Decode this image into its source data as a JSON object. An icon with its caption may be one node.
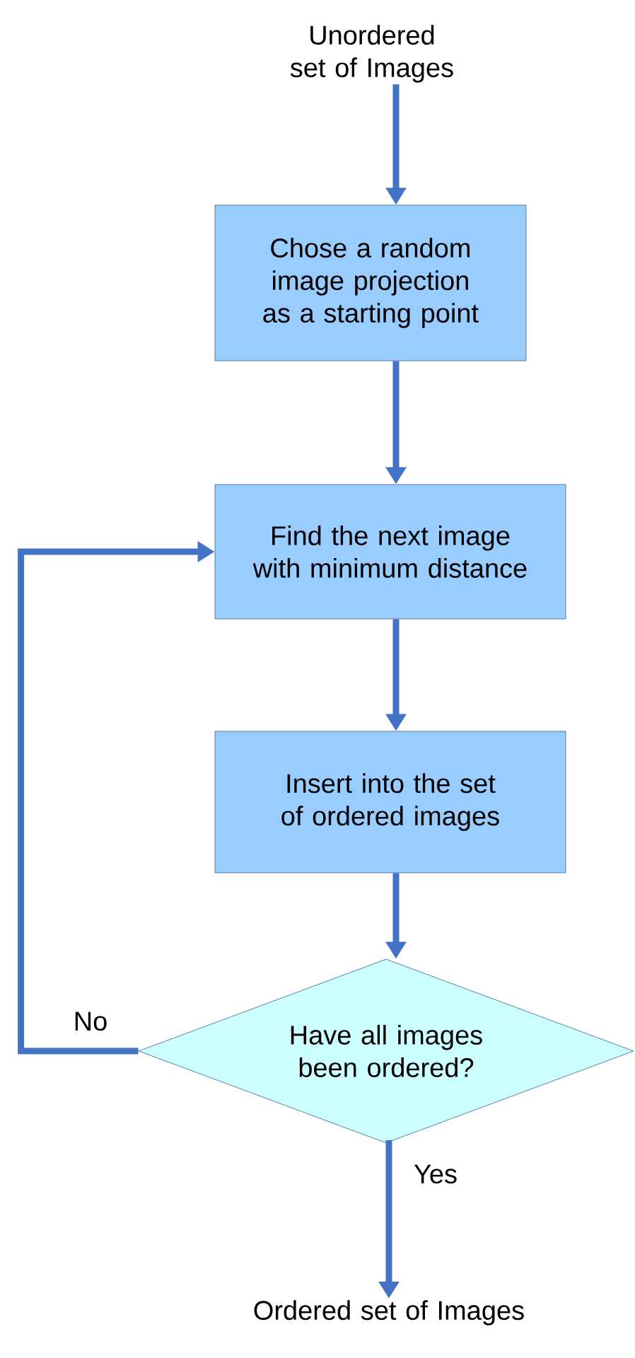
{
  "diagram": {
    "nodes": [
      {
        "text": [
          "Unordered set of Images"
        ]
      },
      {
        "text": [
          "Chose a random image projection as a starting point"
        ]
      },
      {
        "text": [
          "Find the next image with minimum distance"
        ]
      },
      {
        "text": [
          "Insert into the set of ordered images"
        ]
      },
      {
        "text": [
          "Have all images been ordered?"
        ]
      },
      {
        "text": [
          "Ordered set of Images"
        ]
      }
    ],
    "edges": [
      {
        "from": 0,
        "to": 1,
        "arrow": "to"
      },
      {
        "from": 1,
        "to": 2,
        "arrow": "to"
      },
      {
        "from": 2,
        "to": 3,
        "arrow": "to"
      },
      {
        "from": 3,
        "to": 4,
        "arrow": "to"
      },
      {
        "from": 4,
        "to": 5,
        "arrow": "to",
        "label": "Yes"
      },
      {
        "from": 4,
        "to": 2,
        "arrow": "to",
        "label": "No"
      }
    ]
  }
}
